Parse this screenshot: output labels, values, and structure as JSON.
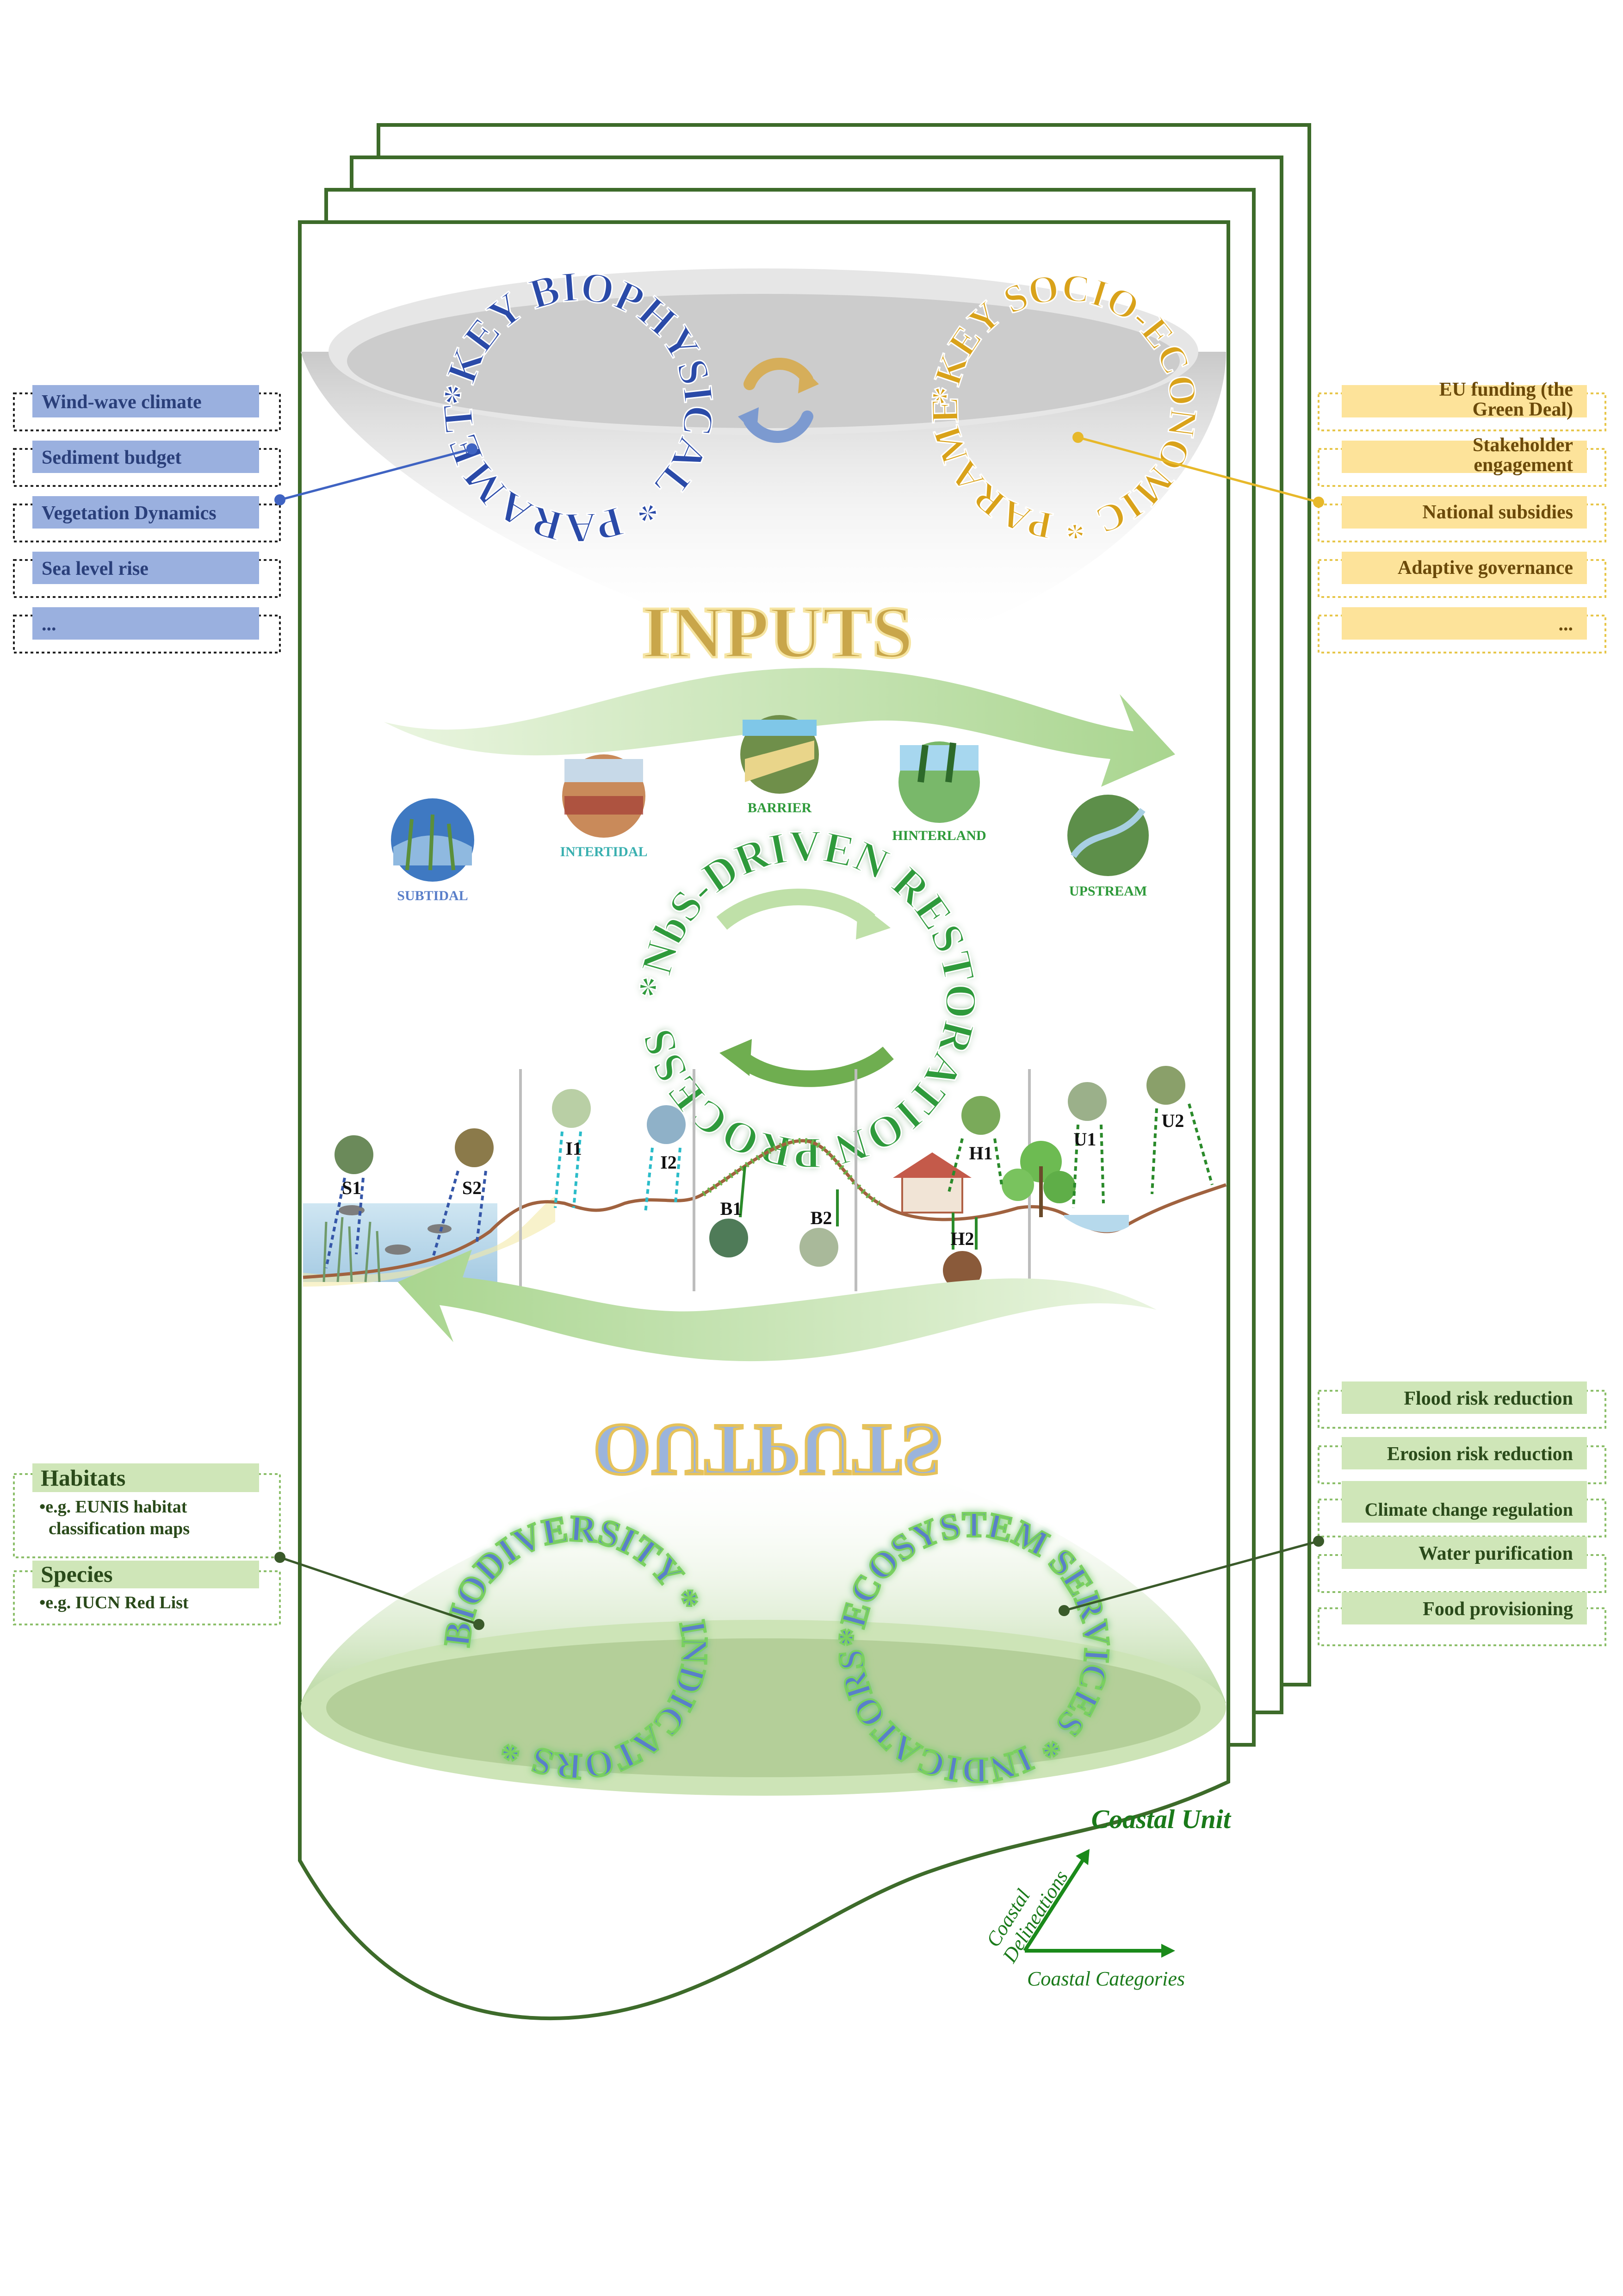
{
  "colors": {
    "frame": "#3d6b2a",
    "blue_ring": "#2a4aa8",
    "gold_ring": "#d9a21a",
    "green_ring": "#2e9a3a",
    "left_box": "#9ab0df",
    "right_box": "#fde39a",
    "out_box": "#cfe6b8",
    "dark_green_text": "#1a7a1a"
  },
  "rings": {
    "biophysical": "*KEY BIOPHYSICAL * PARAMETERS",
    "socioeconomic": "*KEY SOCIO-ECONOMIC * PARAMETERS",
    "restoration": "*NbS-DRIVEN RESTORATION PROCESS",
    "biodiversity": "BIODIVERSITY * INDICATORS *",
    "ecosystem": "*ECOSYSTEM SERVICES * INDICATORS"
  },
  "inputs_title": "INPUTS",
  "outputs_title": "OUTPUTS",
  "left_params": [
    "Wind-wave climate",
    "Sediment budget",
    "Vegetation Dynamics",
    "Sea level rise",
    "..."
  ],
  "right_params": [
    {
      "l1": "EU funding (the",
      "l2": "Green Deal)"
    },
    {
      "l1": "Stakeholder",
      "l2": "engagement"
    },
    {
      "l1": "National subsidies",
      "l2": ""
    },
    {
      "l1": "Adaptive governance",
      "l2": ""
    },
    {
      "l1": "...",
      "l2": ""
    }
  ],
  "zones": [
    "SUBTIDAL",
    "INTERTIDAL",
    "BARRIER",
    "HINTERLAND",
    "UPSTREAM"
  ],
  "sites": [
    "S1",
    "S2",
    "I1",
    "I2",
    "B1",
    "B2",
    "H1",
    "H2",
    "U1",
    "U2"
  ],
  "habitats": {
    "title": "Habitats",
    "ex_l1": "•e.g. EUNIS habitat",
    "ex_l2": "classification maps"
  },
  "species": {
    "title": "Species",
    "ex": "•e.g. IUCN Red List"
  },
  "services": [
    "Flood risk reduction",
    "Erosion risk reduction",
    "Climate change regulation",
    "Water purification",
    "Food provisioning"
  ],
  "coastal_unit": "Coastal Unit",
  "axes": {
    "vertical_l1": "Coastal",
    "vertical_l2": "Delineations",
    "horizontal": "Coastal Categories"
  }
}
